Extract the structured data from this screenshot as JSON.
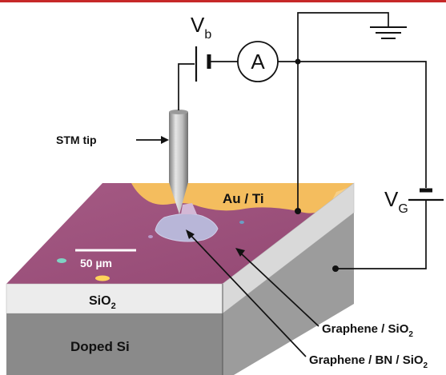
{
  "labels": {
    "battery_symbol": "V",
    "battery_sub": "b",
    "ammeter": "A",
    "gate_symbol": "V",
    "gate_sub": "G",
    "stm_tip": "STM tip",
    "contact": "Au / Ti",
    "scale_bar": "50 µm",
    "oxide_main": "SiO",
    "oxide_sub": "2",
    "substrate": "Doped Si",
    "graphene_sio2_main": "Graphene / SiO",
    "graphene_sio2_sub": "2",
    "graphene_bn_main": "Graphene / BN / SiO",
    "graphene_bn_sub": "2"
  },
  "colors": {
    "accent_rule": "#c62828",
    "sample_surface": "#a9557f",
    "contact_pad": "#f4bd5e",
    "oxide_layer": "#ececec",
    "substrate_front": "#8a8a8a",
    "substrate_side": "#9c9c9c",
    "bn_flake": "#b8b6d8",
    "wire": "#111111"
  }
}
